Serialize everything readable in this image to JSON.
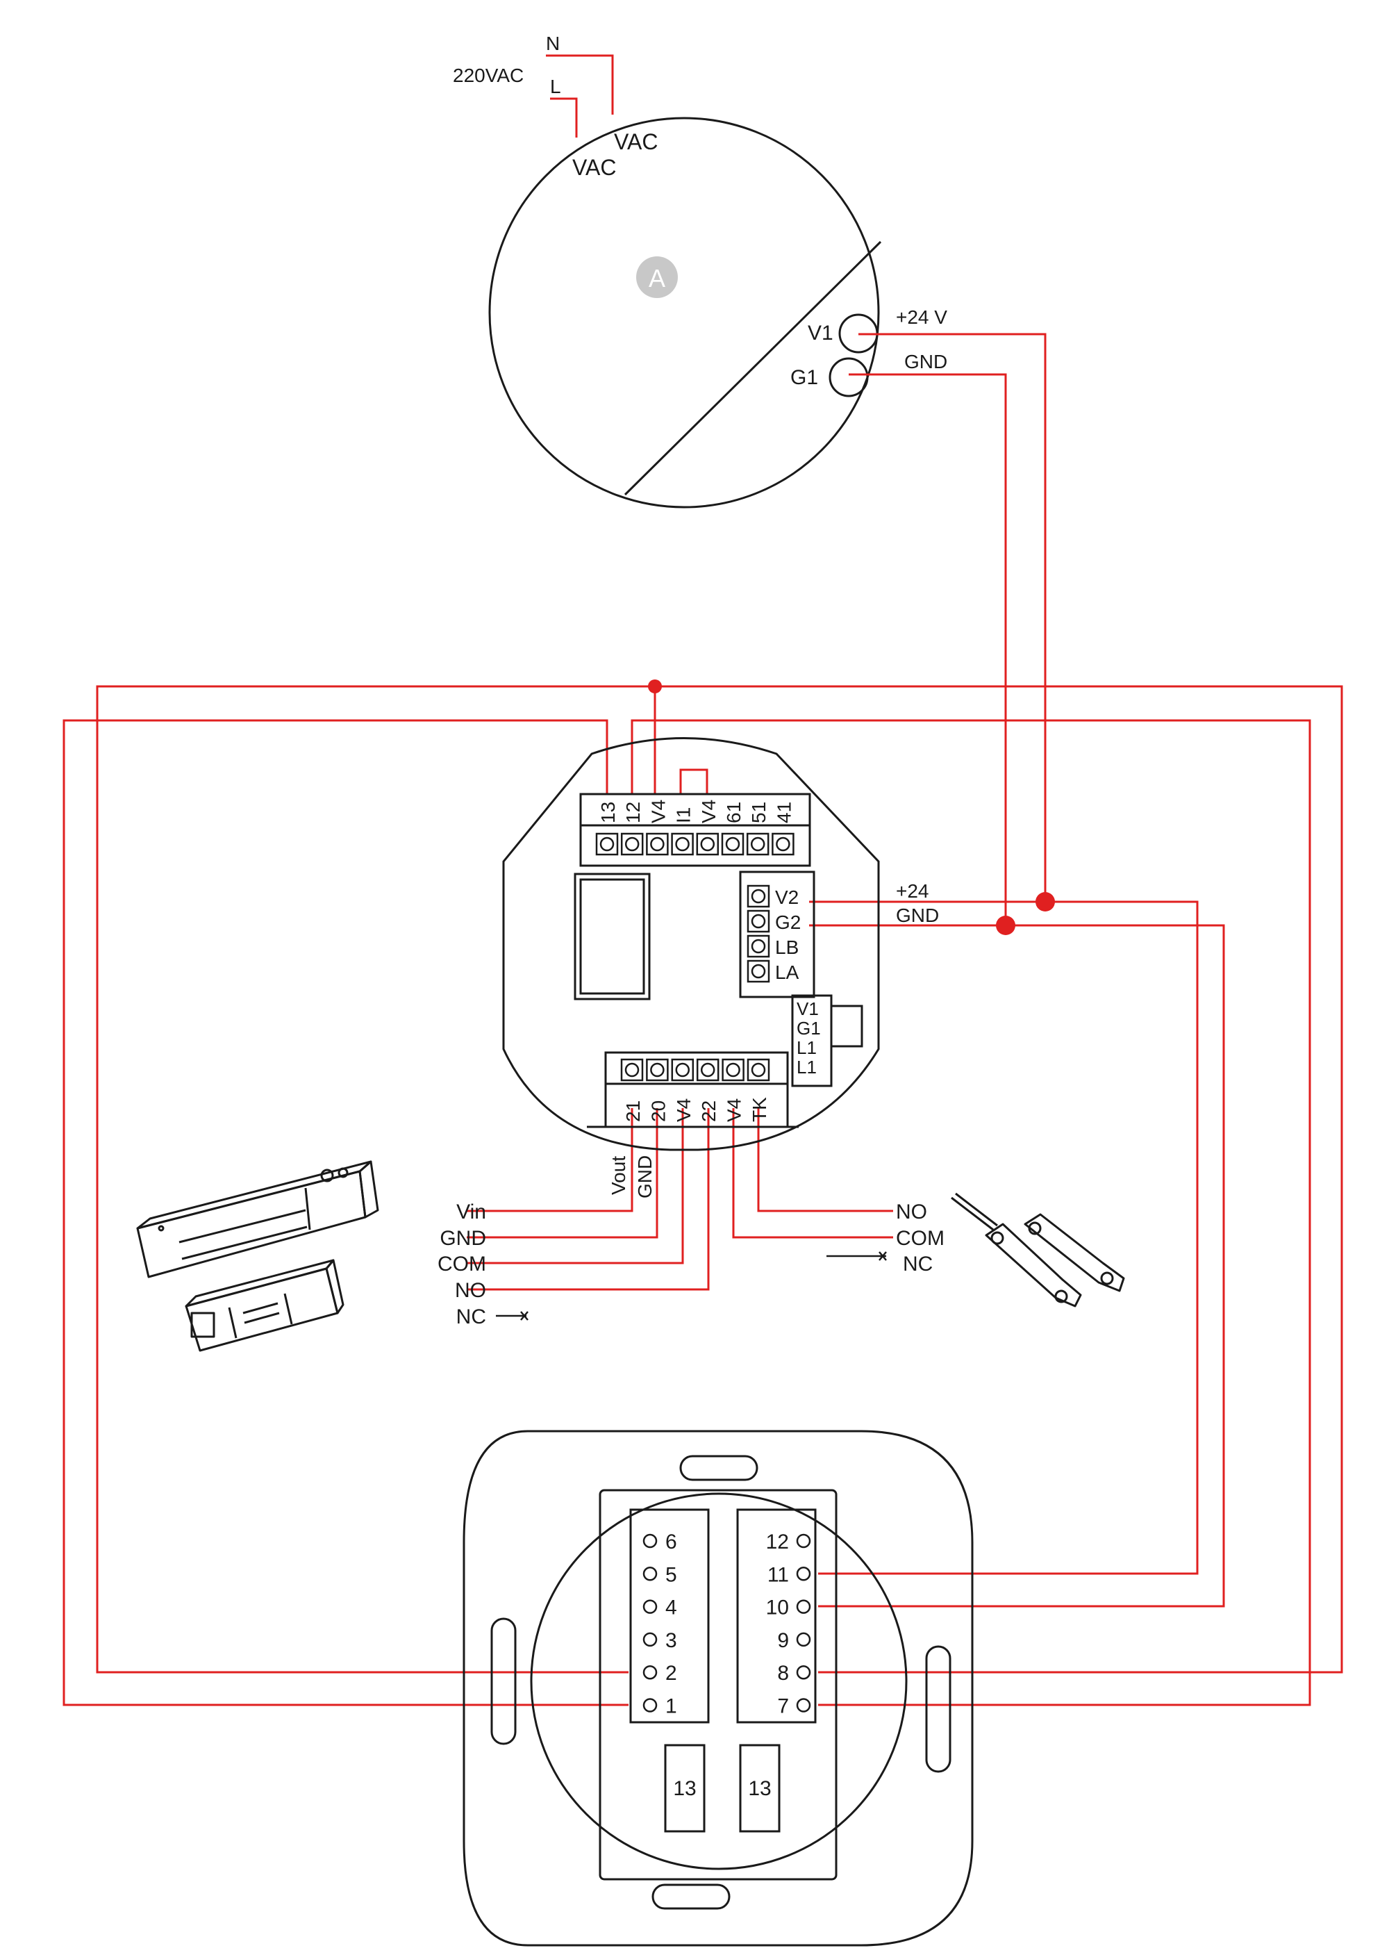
{
  "colors": {
    "wire": "#e02020",
    "ink": "#1a1a1a",
    "badge": "#c8c8c8"
  },
  "mains": {
    "label": "220VAC",
    "n": "N",
    "l": "L"
  },
  "power_supply": {
    "badge": "A",
    "vac_1": "VAC",
    "vac_2": "VAC",
    "v1": "V1",
    "g1": "G1",
    "plus24": "+24 V",
    "gnd": "GND"
  },
  "controller": {
    "top_terminals": [
      "13",
      "12",
      "V4",
      "I1",
      "V4",
      "61",
      "51",
      "41"
    ],
    "right_terminals": [
      "V2",
      "G2",
      "LB",
      "LA"
    ],
    "aux_terminals": [
      "V1",
      "G1",
      "L1",
      "L1"
    ],
    "bottom_terminals": [
      "21",
      "20",
      "V4",
      "22",
      "V4",
      "TK"
    ],
    "bus_plus24": "+24",
    "bus_gnd": "GND"
  },
  "lock_wiring": {
    "vout": "Vout",
    "gnd_vertical": "GND",
    "labels": [
      "Vin",
      "GND",
      "COM",
      "NO",
      "NC"
    ]
  },
  "sensor_wiring": {
    "labels": [
      "NO",
      "COM",
      "NC"
    ]
  },
  "panel": {
    "left_terminals": [
      "6",
      "5",
      "4",
      "3",
      "2",
      "1"
    ],
    "right_terminals": [
      "12",
      "11",
      "10",
      "9",
      "8",
      "7"
    ],
    "jumper_1": "13",
    "jumper_2": "13"
  }
}
